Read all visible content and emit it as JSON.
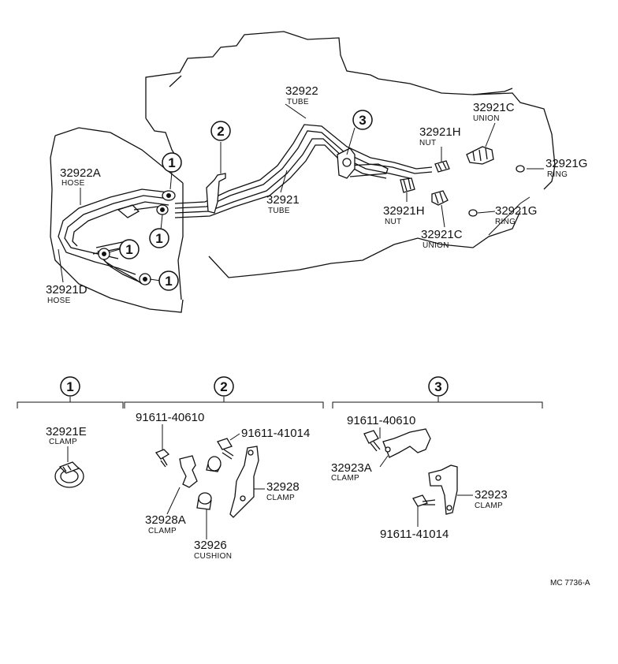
{
  "callout_numbers": {
    "one": "1",
    "two": "2",
    "three": "3"
  },
  "labels": {
    "p32922_tube": {
      "number": "32922",
      "name": "TUBE"
    },
    "p32921c_union_top": {
      "number": "32921C",
      "name": "UNION"
    },
    "p32921h_nut_top": {
      "number": "32921H",
      "name": "NUT"
    },
    "p32922a_hose": {
      "number": "32922A",
      "name": "HOSE"
    },
    "p32921g_ring_top": {
      "number": "32921G",
      "name": "RING"
    },
    "p32921_tube": {
      "number": "32921",
      "name": "TUBE"
    },
    "p32921h_nut_bottom": {
      "number": "32921H",
      "name": "NUT"
    },
    "p32921g_ring_bottom": {
      "number": "32921G",
      "name": "RING"
    },
    "p32921c_union_bottom": {
      "number": "32921C",
      "name": "UNION"
    },
    "p32921d_hose": {
      "number": "32921D",
      "name": "HOSE"
    },
    "p32921e_clamp": {
      "number": "32921E",
      "name": "CLAMP"
    },
    "bolt_40610_g2": {
      "number": "91611-40610"
    },
    "bolt_41014_g2": {
      "number": "91611-41014"
    },
    "p32928_clamp": {
      "number": "32928",
      "name": "CLAMP"
    },
    "p32928a_clamp": {
      "number": "32928A",
      "name": "CLAMP"
    },
    "p32926_cushion": {
      "number": "32926",
      "name": "CUSHION"
    },
    "bolt_40610_g3": {
      "number": "91611-40610"
    },
    "p32923a_clamp": {
      "number": "32923A",
      "name": "CLAMP"
    },
    "p32923_clamp": {
      "number": "32923",
      "name": "CLAMP"
    },
    "bolt_41014_g3": {
      "number": "91611-41014"
    }
  },
  "reference_code": "MC  7736-A"
}
